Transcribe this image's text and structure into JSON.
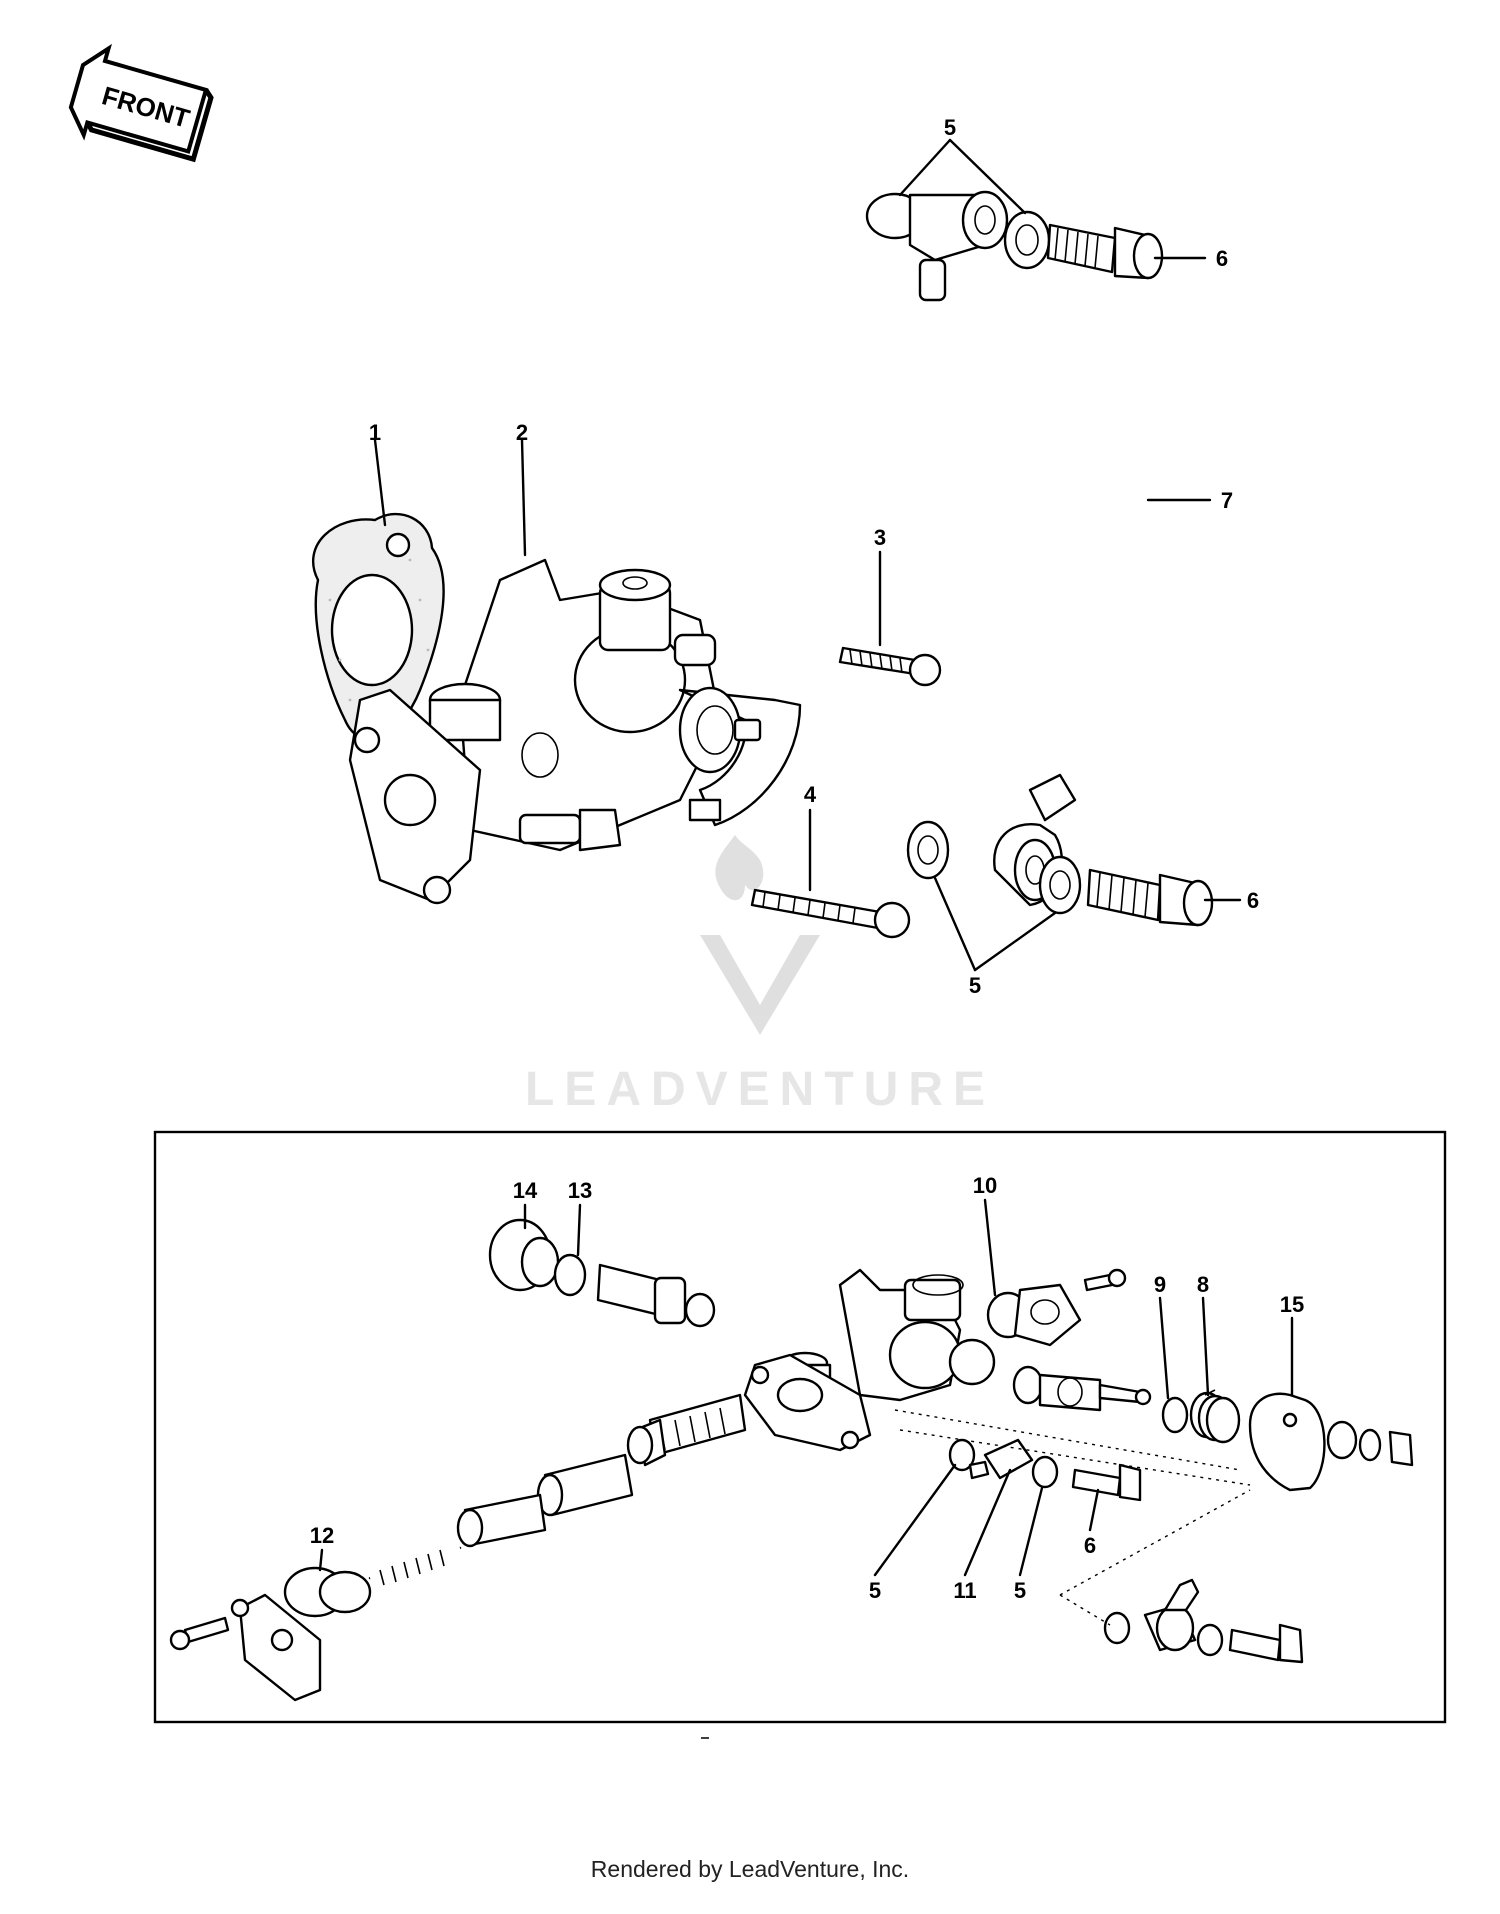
{
  "front_arrow": {
    "label": "FRONT"
  },
  "callouts": {
    "c1": "1",
    "c2": "2",
    "c3": "3",
    "c4": "4",
    "c5_top": "5",
    "c6_top": "6",
    "c7": "7",
    "c5_bottom": "5",
    "c6_mid": "6",
    "c14": "14",
    "c13": "13",
    "c10": "10",
    "c9": "9",
    "c8": "8",
    "c15": "15",
    "c12": "12",
    "c5_a": "5",
    "c11": "11",
    "c5_b": "5",
    "c6_b": "6"
  },
  "watermark": {
    "text": "LEADVENTURE"
  },
  "footer": {
    "text": "Rendered by LeadVenture, Inc."
  },
  "colors": {
    "line": "#000000",
    "background": "#ffffff",
    "watermark": "#e6e6e6"
  }
}
